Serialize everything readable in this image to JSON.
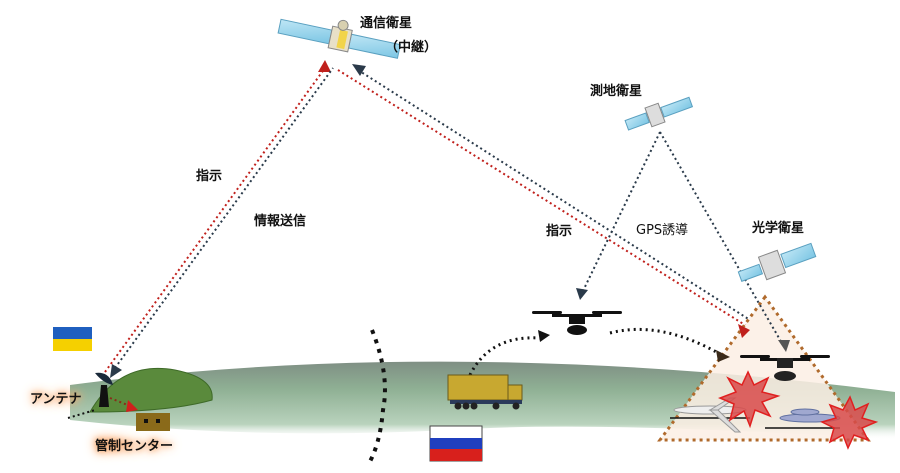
{
  "labels": {
    "comm_satellite": "通信衛星",
    "relay": "（中継）",
    "geodetic_satellite": "測地衛星",
    "optical_satellite": "光学衛星",
    "instruction_left": "指示",
    "info_transmission": "情報送信",
    "instruction_right": "指示",
    "gps_guidance": "GPS誘導",
    "antenna": "アンテナ",
    "control_center": "管制センター"
  },
  "flags": {
    "ukraine": {
      "top": "#1f5fbf",
      "bottom": "#f5d000"
    },
    "russia": {
      "top": "#ffffff",
      "middle": "#1f3fbf",
      "bottom": "#d8201c"
    }
  },
  "colors": {
    "red_path": "#c0201c",
    "blue_path": "#2a3a4a",
    "black_path": "#111111",
    "target_zone_border": "#b06a2c",
    "target_zone_fill": "#fbefe4",
    "hill": "#5a8a3c",
    "earth": "#8aa890"
  }
}
